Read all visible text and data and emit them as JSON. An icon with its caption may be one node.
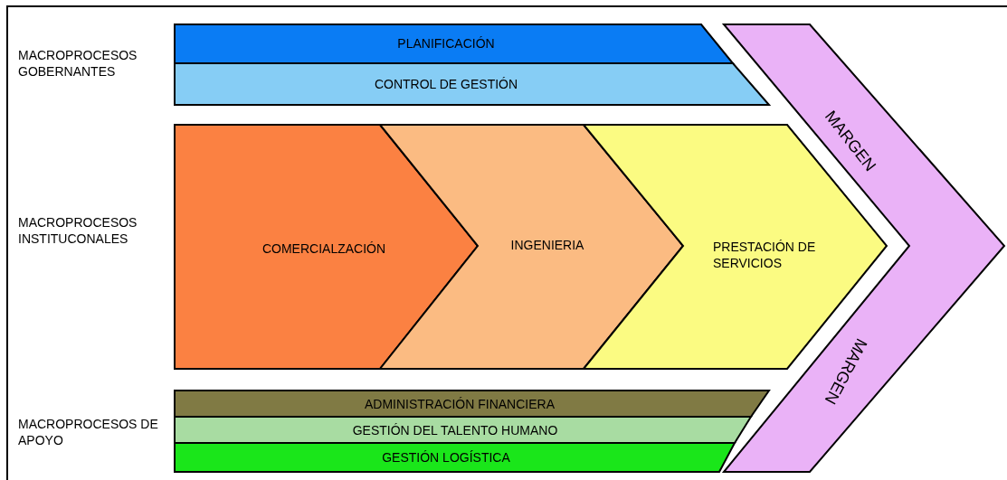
{
  "diagram": {
    "nodes": [
      {
        "text": [
          "PLANIFICACIÓN"
        ]
      },
      {
        "text": [
          "CONTROL DE GESTIÓN"
        ]
      },
      {
        "text": [
          "MARGEN",
          "MARGEN"
        ]
      },
      {
        "text": [
          "COMERCIALZACIÓN"
        ]
      },
      {
        "text": [
          "INGENIERIA"
        ]
      },
      {
        "text": [
          "PRESTACIÓN DE SERVICIOS"
        ]
      },
      {
        "text": [
          "ADMINISTRACIÓN FINANCIERA"
        ]
      },
      {
        "text": [
          "GESTIÓN DEL TALENTO HUMANO"
        ]
      },
      {
        "text": [
          "GESTIÓN LOGÍSTICA"
        ]
      }
    ],
    "edges": [],
    "labels": [
      "MACROPROCESOS GOBERNANTES",
      "MACROPROCESOS INSTITUCONALES",
      "MACROPROCESOS DE APOYO"
    ]
  }
}
